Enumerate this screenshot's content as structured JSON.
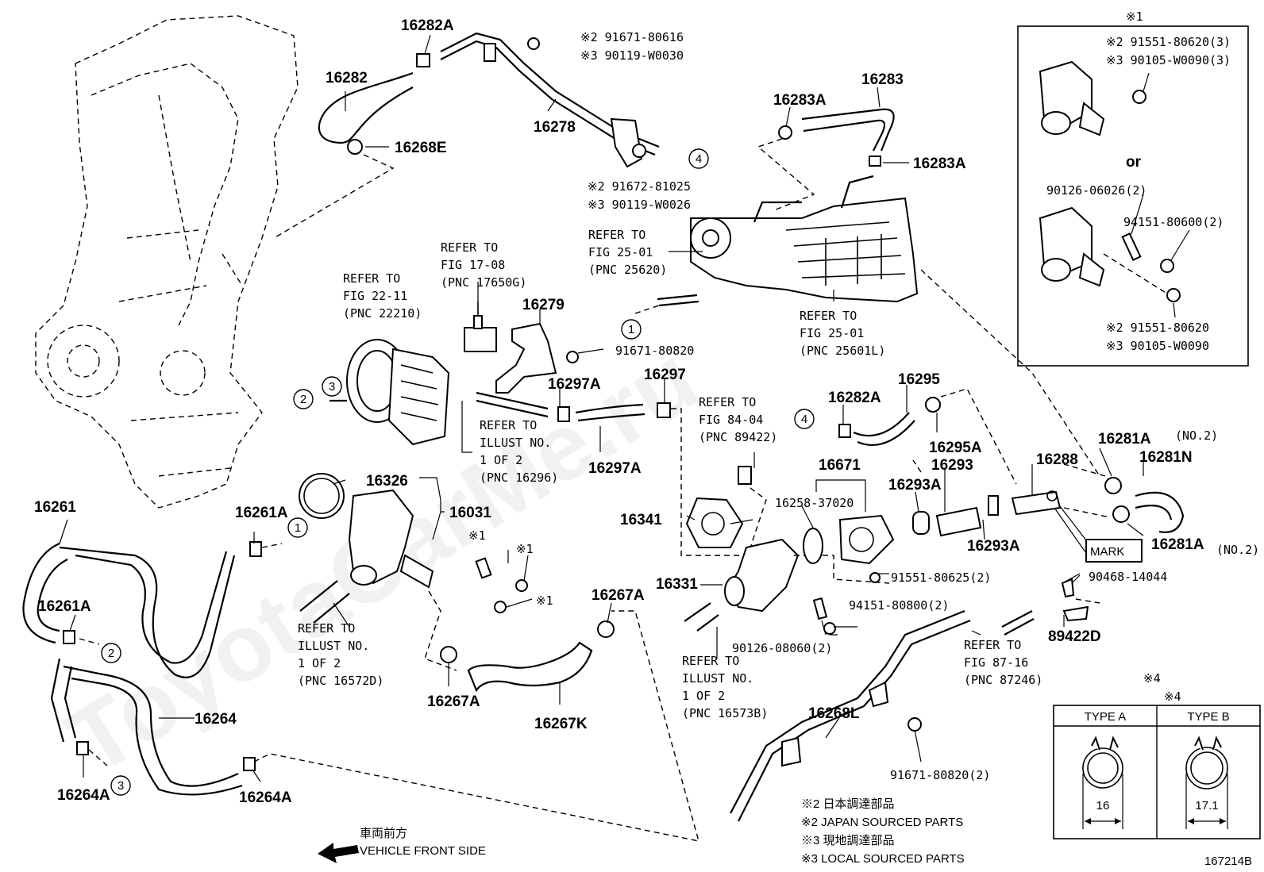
{
  "diagram_id": "167214B",
  "watermark": "ToyotaCarMe.ru",
  "part_labels": [
    "16282A",
    "16282",
    "16278",
    "16268E",
    "16283",
    "16283A",
    "16283A",
    "16279",
    "16297A",
    "16297",
    "16297A",
    "16295",
    "16282A",
    "16295A",
    "16293",
    "16288",
    "16281A",
    "16281N",
    "16281A",
    "16326",
    "16031",
    "16261",
    "16261A",
    "16261A",
    "16264",
    "16264A",
    "16264A",
    "16267A",
    "16267A",
    "16267K",
    "16331",
    "16341",
    "16671",
    "16293A",
    "16293A",
    "16268L",
    "89422D"
  ],
  "fastener_labels": [
    "※2 91671-80616",
    "※3 90119-W0030",
    "※2 91672-81025",
    "※3 90119-W0026",
    "91671-80820",
    "16258-37020",
    "91551-80625(2)",
    "94151-80800(2)",
    "90126-08060(2)",
    "90468-14044",
    "91671-80820(2)",
    "※1",
    "※1",
    "※1",
    "※4"
  ],
  "refs": [
    [
      "REFER TO",
      "FIG 17-08",
      "(PNC 17650G)"
    ],
    [
      "REFER TO",
      "FIG 22-11",
      "(PNC 22210)"
    ],
    [
      "REFER TO",
      "FIG 25-01",
      "(PNC 25620)"
    ],
    [
      "REFER TO",
      "FIG 25-01",
      "(PNC 25601L)"
    ],
    [
      "REFER TO",
      "ILLUST NO.",
      "1 OF 2",
      "(PNC 16296)"
    ],
    [
      "REFER TO",
      "FIG 84-04",
      "(PNC 89422)"
    ],
    [
      "REFER TO",
      "ILLUST NO.",
      "1 OF 2",
      "(PNC 16572D)"
    ],
    [
      "REFER TO",
      "ILLUST NO.",
      "1 OF 2",
      "(PNC 16573B)"
    ],
    [
      "REFER TO",
      "FIG 87-16",
      "(PNC 87246)"
    ]
  ],
  "circles": [
    "1",
    "1",
    "2",
    "2",
    "3",
    "3",
    "4",
    "4"
  ],
  "mark_label": "MARK",
  "inset1": {
    "title": "※1",
    "lines": [
      "※2 91551-80620(3)",
      "※3 90105-W0090(3)",
      "or",
      "90126-06026(2)",
      "94151-80600(2)",
      "※2 91551-80620",
      "※3 90105-W0090"
    ]
  },
  "inset4": {
    "title": "※4",
    "type_a": "TYPE A",
    "type_b": "TYPE B",
    "dim_a": "16",
    "dim_b": "17.1"
  },
  "notes": [
    "※2 日本調達部品",
    "※2 JAPAN SOURCED PARTS",
    "※3 現地調達部品",
    "※3 LOCAL SOURCED PARTS"
  ],
  "front": {
    "jp": "車両前方",
    "en": "VEHICLE FRONT SIDE"
  },
  "no2": "(NO.2)"
}
